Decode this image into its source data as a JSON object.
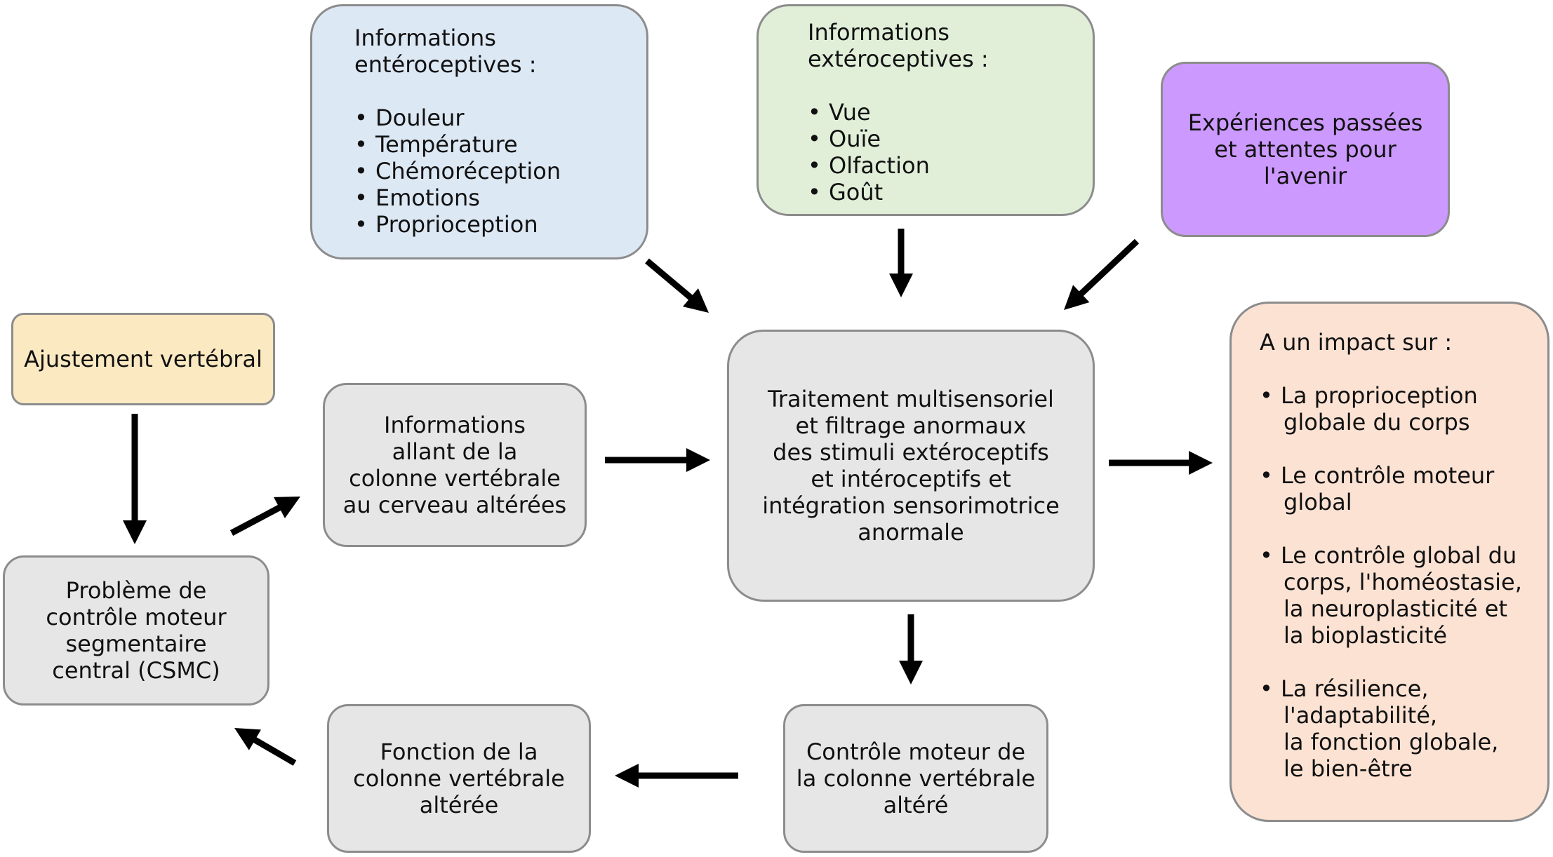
{
  "nodes": {
    "interoceptive": {
      "title_lines": [
        "Informations",
        "entéroceptives :"
      ],
      "items": [
        "Douleur",
        "Température",
        "Chémoréception",
        "Emotions",
        "Proprioception"
      ],
      "color": "#dde8f5"
    },
    "exteroceptive": {
      "title_lines": [
        "Informations",
        "extéroceptives :"
      ],
      "items": [
        "Vue",
        "Ouïe",
        "Olfaction",
        "Goût"
      ],
      "color": "#e1efd9"
    },
    "experiences": {
      "lines": [
        "Expériences passées",
        "et attentes pour",
        "l'avenir"
      ],
      "color": "#cc99ff"
    },
    "adjustment": {
      "lines": [
        "Ajustement vertébral"
      ],
      "color": "#fbe9c2"
    },
    "spine_info": {
      "lines": [
        "Informations",
        "allant de la",
        "colonne vertébrale",
        "au cerveau altérées"
      ],
      "color": "#e6e6e6"
    },
    "processing": {
      "lines": [
        "Traitement multisensoriel",
        "et filtrage anormaux",
        "des stimuli extéroceptifs",
        "et intéroceptifs et",
        "intégration sensorimotrice",
        "anormale"
      ],
      "color": "#e6e6e6"
    },
    "impact": {
      "title": "A un impact sur :",
      "items": [
        [
          "La proprioception",
          "globale du corps"
        ],
        [
          "Le contrôle moteur",
          "global"
        ],
        [
          "Le contrôle global du",
          "corps, l'homéostasie,",
          "la neuroplasticité et",
          "la bioplasticité"
        ],
        [
          "La résilience,",
          "l'adaptabilité,",
          "la fonction globale,",
          "le bien-être"
        ]
      ],
      "color": "#fbe2d3"
    },
    "csmc": {
      "lines": [
        "Problème de",
        "contrôle moteur",
        "segmentaire",
        "central (CSMC)"
      ],
      "color": "#e6e6e6"
    },
    "spine_function": {
      "lines": [
        "Fonction de la",
        "colonne vertébrale",
        "altérée"
      ],
      "color": "#e6e6e6"
    },
    "motor_control": {
      "lines": [
        "Contrôle moteur de",
        "la colonne vertébrale",
        "altéré"
      ],
      "color": "#e6e6e6"
    }
  },
  "edges": [
    {
      "from": "interoceptive",
      "to": "processing"
    },
    {
      "from": "exteroceptive",
      "to": "processing"
    },
    {
      "from": "experiences",
      "to": "processing"
    },
    {
      "from": "adjustment",
      "to": "csmc"
    },
    {
      "from": "csmc",
      "to": "spine_info"
    },
    {
      "from": "spine_info",
      "to": "processing"
    },
    {
      "from": "processing",
      "to": "impact"
    },
    {
      "from": "processing",
      "to": "motor_control"
    },
    {
      "from": "motor_control",
      "to": "spine_function"
    },
    {
      "from": "spine_function",
      "to": "csmc"
    }
  ]
}
